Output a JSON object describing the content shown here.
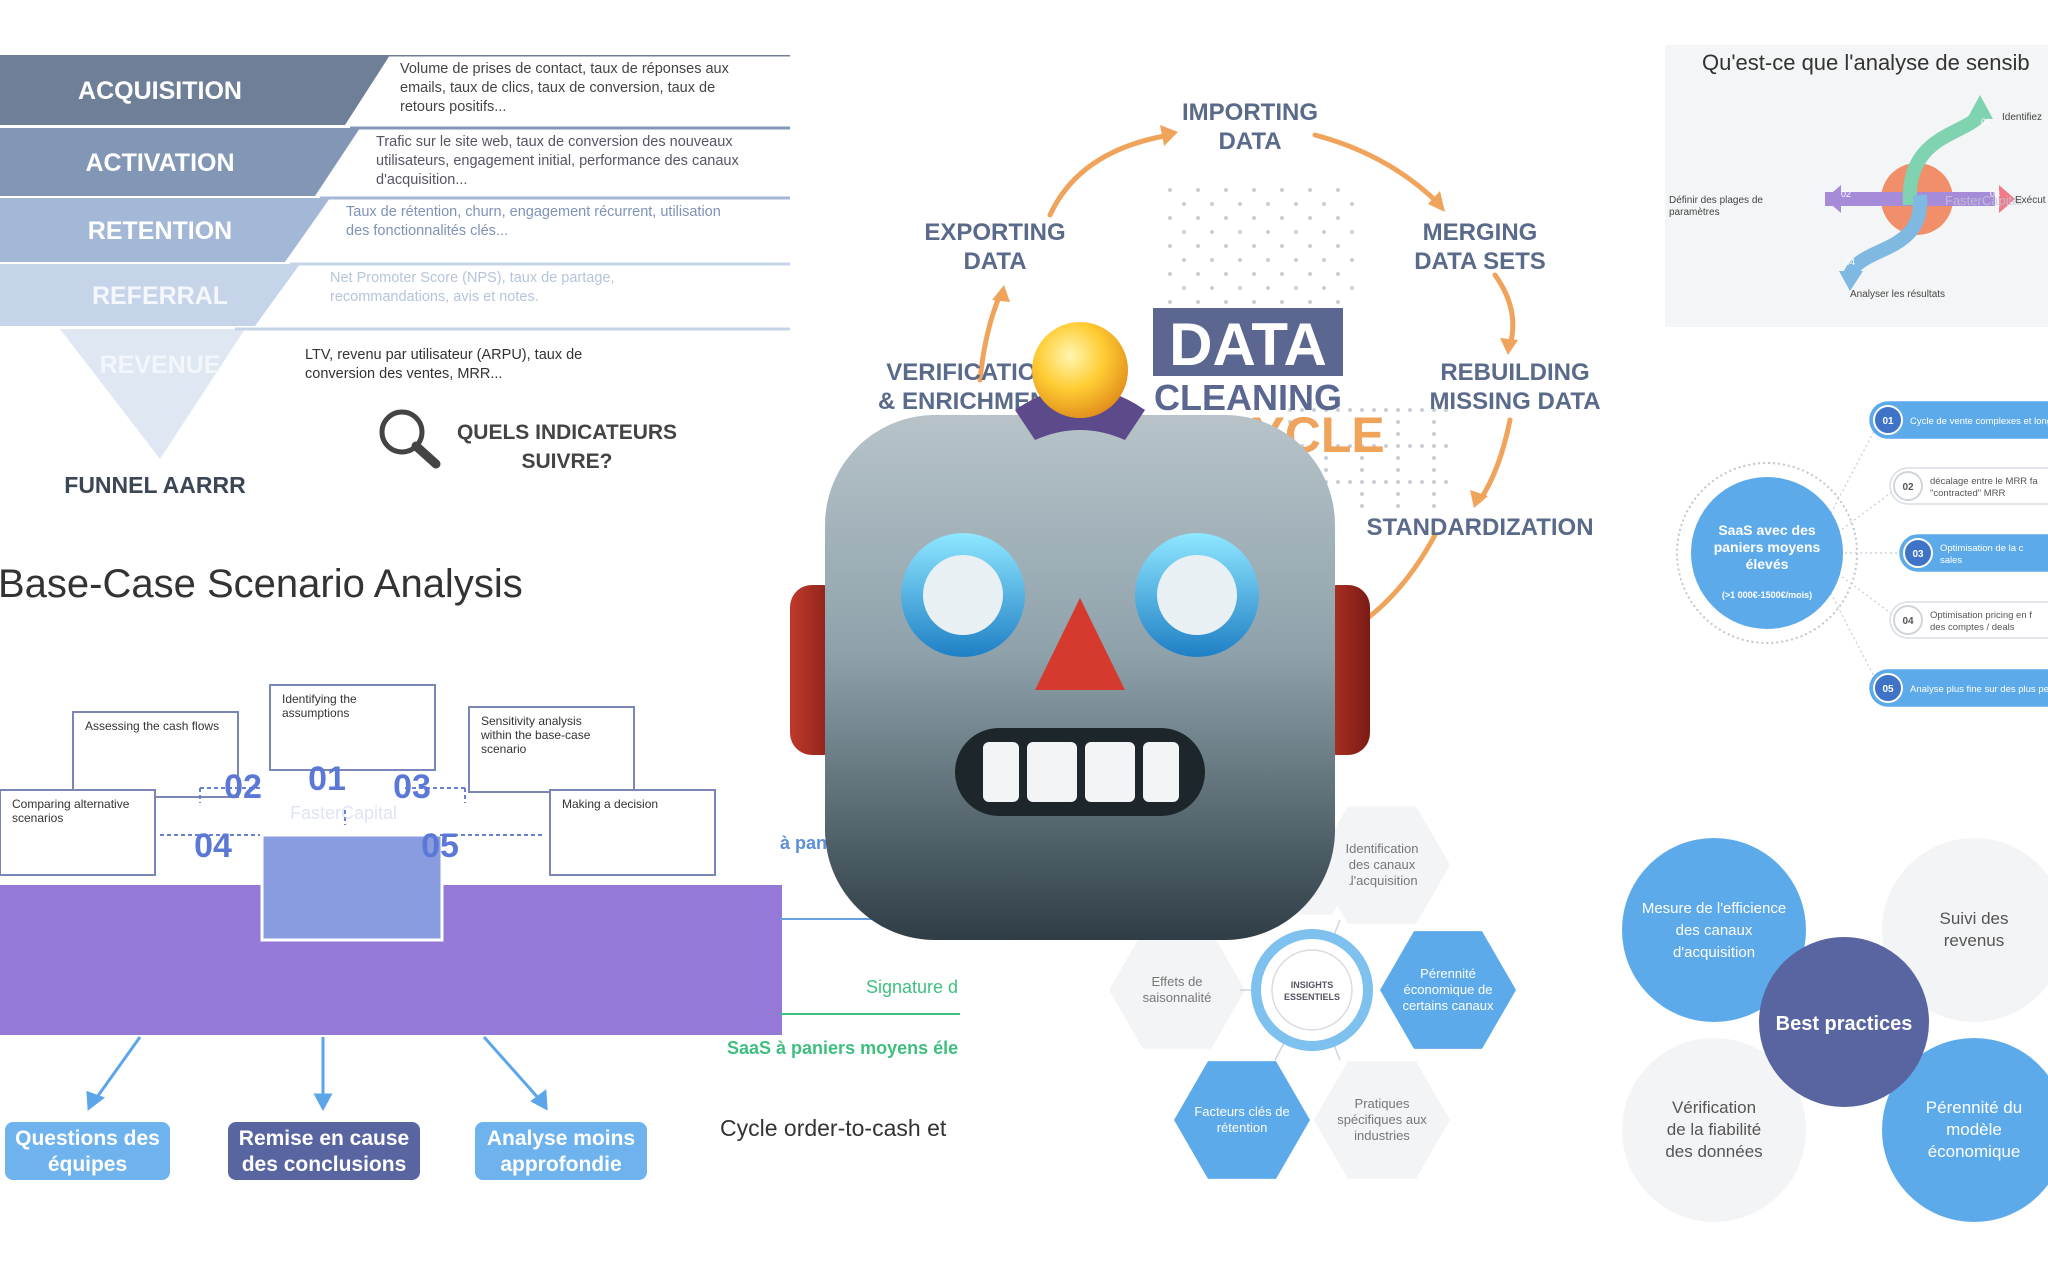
{
  "funnel": {
    "stages": [
      {
        "label": "ACQUISITION",
        "desc": [
          "Volume de prises de contact, taux de réponses aux",
          "emails, taux de clics, taux de conversion, taux de",
          "retours positifs..."
        ]
      },
      {
        "label": "ACTIVATION",
        "desc": [
          "Trafic sur le site web, taux de conversion des nouveaux",
          "utilisateurs, engagement initial, performance des canaux",
          "d'acquisition..."
        ]
      },
      {
        "label": "RETENTION",
        "desc": [
          "Taux de rétention, churn, engagement récurrent, utilisation",
          "des fonctionnalités clés..."
        ]
      },
      {
        "label": "REFERRAL",
        "desc": [
          "Net Promoter Score (NPS), taux de partage,",
          "recommandations, avis et notes."
        ]
      },
      {
        "label": "REVENUE",
        "desc": [
          "LTV, revenu par utilisateur (ARPU), taux de",
          "conversion des ventes, MRR..."
        ]
      }
    ],
    "title": "FUNNEL AARRR",
    "question": [
      "QUELS INDICATEURS",
      "SUIVRE?"
    ],
    "colors": [
      "#6e7f97",
      "#8297b6",
      "#a3b7d7",
      "#c6d4ea",
      "#dfe7f3"
    ]
  },
  "base_case": {
    "title": "Base-Case Scenario Analysis",
    "boxes": [
      "Assessing the cash flows",
      "Identifying the assumptions",
      "Sensitivity analysis within the base-case scenario",
      "Comparing alternative scenarios",
      "Making a decision"
    ],
    "numbers": [
      "02",
      "01",
      "03",
      "04",
      "05"
    ],
    "watermark": "FasterCapital",
    "buttons": [
      {
        "label": [
          "Questions des",
          "équipes"
        ]
      },
      {
        "label": [
          "Remise en cause",
          "des conclusions"
        ]
      },
      {
        "label": [
          "Analyse moins",
          "approfondie"
        ]
      }
    ]
  },
  "data_cycle": {
    "steps": [
      "IMPORTING DATA",
      "MERGING DATA SETS",
      "REBUILDING MISSING DATA",
      "STANDARDIZATION",
      "VERIFICATION & ENRICHMENT",
      "EXPORTING DATA"
    ],
    "center_big": "DATA",
    "center_mid": "CLEANING",
    "center_small": "CYCLE"
  },
  "middle_fragments": {
    "panier": "à pani",
    "signature": "Signature d",
    "saas": "SaaS à paniers moyens éle",
    "cycle": "Cycle order-to-cash et"
  },
  "hexagons": {
    "center": [
      "INSIGHTS",
      "ESSENTIELS"
    ],
    "cells": [
      {
        "text": [
          "Identification",
          "des canaux",
          "d'acquisition"
        ]
      },
      {
        "text": [
          "Pérennité",
          "économique de",
          "certains canaux"
        ]
      },
      {
        "text": [
          "Pratiques",
          "spécifiques aux",
          "industries"
        ]
      },
      {
        "text": [
          "Facteurs clés de",
          "rétention"
        ]
      },
      {
        "text": [
          "Effets de",
          "saisonnalité"
        ]
      }
    ]
  },
  "sensitivity": {
    "title": "Qu'est-ce que l'analyse de sensib",
    "left": [
      "Définir des plages de",
      "paramètres"
    ],
    "top": "Identifiez",
    "right": "Exécut",
    "bottom": "Analyser les résultats",
    "nums": [
      "01",
      "02",
      "03",
      "04"
    ],
    "watermark": "FasterCapital"
  },
  "saas": {
    "center": [
      "SaaS avec des",
      "paniers moyens",
      "élevés"
    ],
    "sub": "(>1 000€-1500€/mois)",
    "items": [
      {
        "num": "01",
        "text": [
          "Cycle de vente complexes et longs"
        ]
      },
      {
        "num": "02",
        "text": [
          "décalage entre le MRR fa",
          "\"contracted\" MRR"
        ]
      },
      {
        "num": "03",
        "text": [
          "Optimisation de la c",
          "sales"
        ]
      },
      {
        "num": "04",
        "text": [
          "Optimisation pricing en f",
          "des comptes / deals"
        ]
      },
      {
        "num": "05",
        "text": [
          "Analyse plus fine sur des plus petits"
        ]
      }
    ]
  },
  "venn": {
    "center": "Best practices",
    "circles": [
      {
        "text": [
          "Mesure de l'efficience",
          "des canaux",
          "d'acquisition"
        ]
      },
      {
        "text": [
          "Suivi des",
          "revenus"
        ]
      },
      {
        "text": [
          "Vérification",
          "de la fiabilité",
          "des données"
        ]
      },
      {
        "text": [
          "Pérennité du",
          "modèle",
          "économique"
        ]
      }
    ]
  },
  "robot": {
    "icon": "robot-face-icon"
  }
}
